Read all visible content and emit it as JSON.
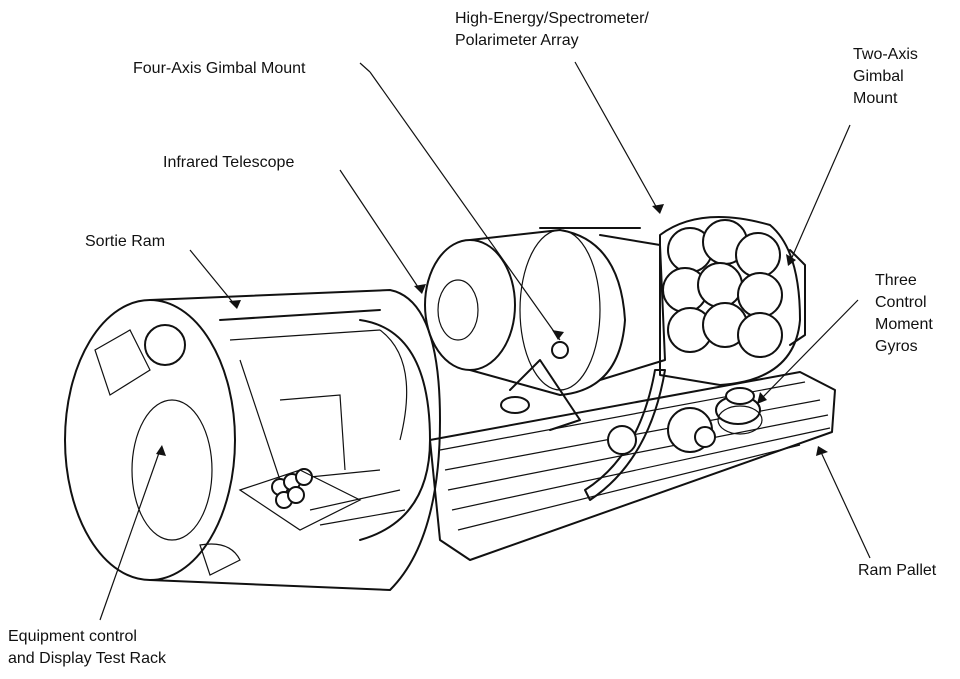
{
  "labels": {
    "high_energy_line1": "High-Energy/Spectrometer/",
    "high_energy_line2": "Polarimeter Array",
    "four_axis": "Four-Axis Gimbal Mount",
    "two_axis_line1": "Two-Axis",
    "two_axis_line2": "Gimbal",
    "two_axis_line3": "Mount",
    "infrared": "Infrared Telescope",
    "sortie_ram": "Sortie Ram",
    "three_cmg_line1": "Three",
    "three_cmg_line2": "Control",
    "three_cmg_line3": "Moment",
    "three_cmg_line4": "Gyros",
    "ram_pallet": "Ram Pallet",
    "equipment_line1": "Equipment control",
    "equipment_line2": "and Display Test Rack"
  }
}
